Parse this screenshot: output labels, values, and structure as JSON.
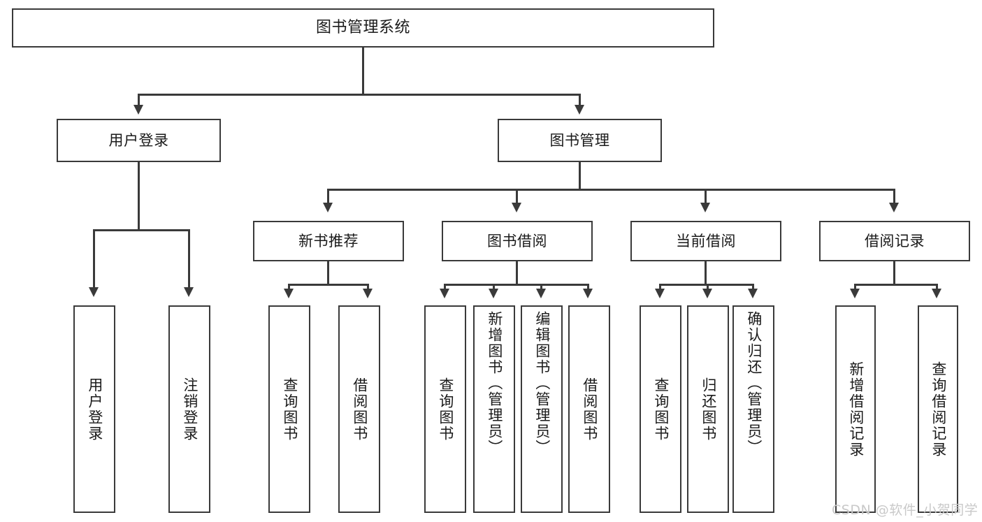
{
  "diagram": {
    "type": "tree",
    "title": "图书管理系统",
    "root": {
      "label": "图书管理系统"
    },
    "level2": [
      {
        "label": "用户登录"
      },
      {
        "label": "图书管理"
      }
    ],
    "level3": [
      {
        "label": "新书推荐"
      },
      {
        "label": "图书借阅"
      },
      {
        "label": "当前借阅"
      },
      {
        "label": "借阅记录"
      }
    ],
    "leaves": {
      "user_login": [
        {
          "label": "用户登录"
        },
        {
          "label": "注销登录"
        }
      ],
      "new_book_recommend": [
        {
          "label": "查询图书"
        },
        {
          "label": "借阅图书"
        }
      ],
      "book_borrow": [
        {
          "label": "查询图书"
        },
        {
          "label": "新增图书（管理员）"
        },
        {
          "label": "编辑图书（管理员）"
        },
        {
          "label": "借阅图书"
        }
      ],
      "current_borrow": [
        {
          "label": "查询图书"
        },
        {
          "label": "归还图书"
        },
        {
          "label": "确认归还（管理员）"
        }
      ],
      "borrow_record": [
        {
          "label": "新增借阅记录"
        },
        {
          "label": "查询借阅记录"
        }
      ]
    }
  },
  "watermark": {
    "text": "CSDN @软件_小贺同学"
  },
  "colors": {
    "stroke": "#3a3a3a",
    "background": "#ffffff",
    "text": "#1a1a1a",
    "watermark": "#c9c9c9"
  }
}
